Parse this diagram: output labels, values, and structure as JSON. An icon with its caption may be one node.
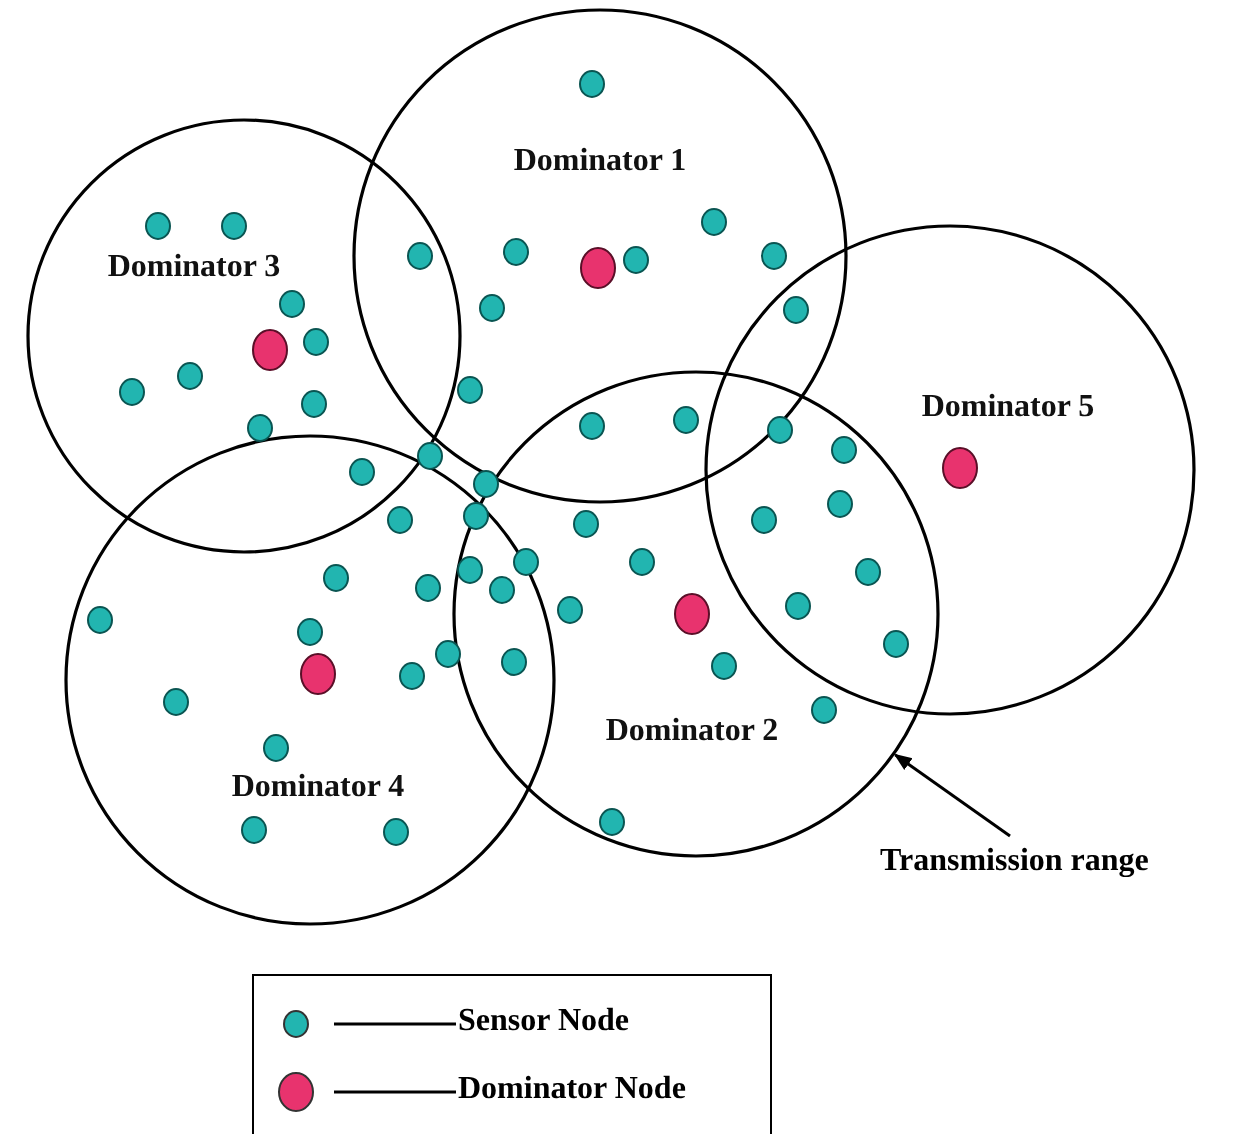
{
  "diagram": {
    "nodes": [
      {
        "text": [
          "Dominator 1"
        ]
      },
      {
        "text": [
          "Dominator 3"
        ]
      },
      {
        "text": [
          "Dominator 5"
        ]
      },
      {
        "text": [
          "Dominator 2"
        ]
      },
      {
        "text": [
          "Dominator 4"
        ]
      },
      {
        "text": [
          "Transmission range"
        ]
      }
    ],
    "edges": [
      {
        "from": 5,
        "to": 3,
        "arrow": "to"
      }
    ],
    "legend": [
      {
        "text": "Sensor Node"
      },
      {
        "text": "Dominator Node"
      }
    ]
  }
}
